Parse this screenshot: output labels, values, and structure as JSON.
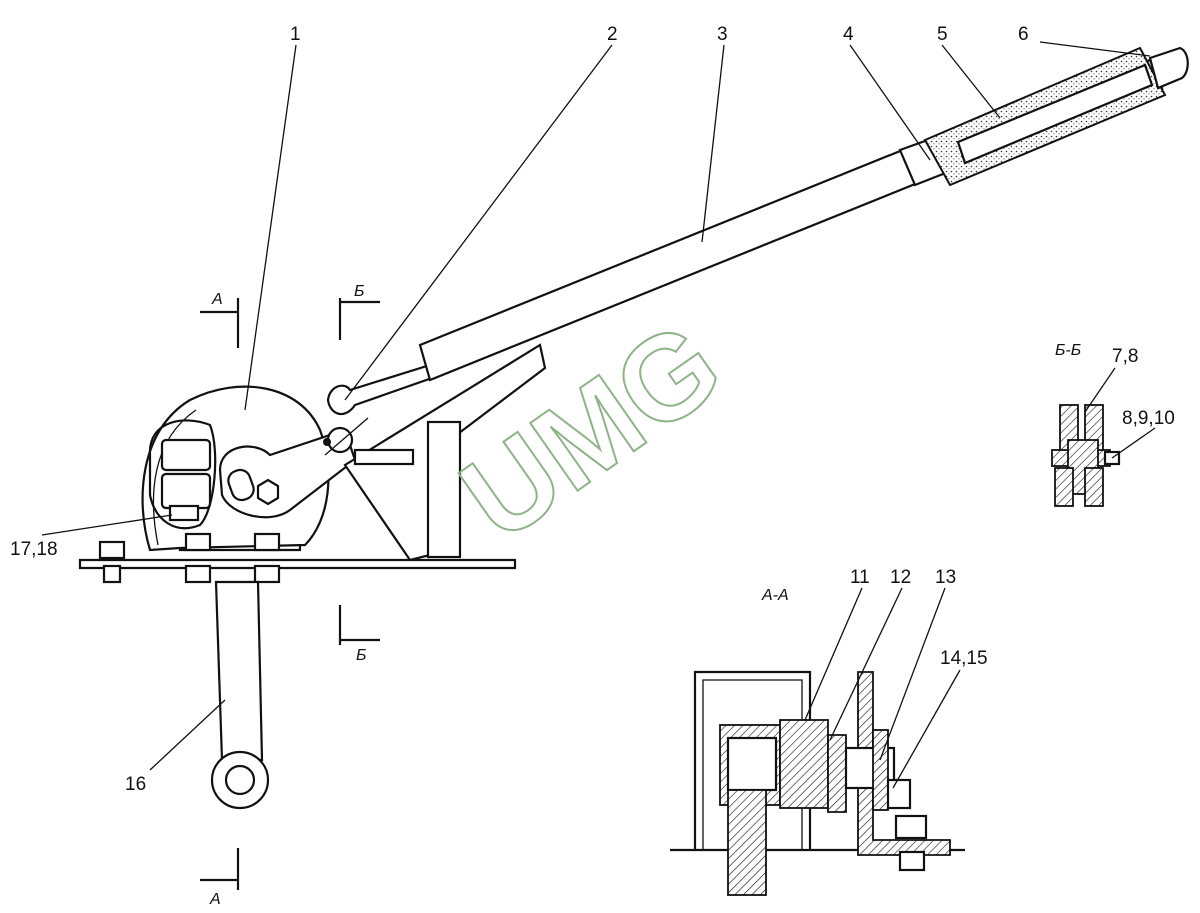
{
  "callouts": {
    "c1": "1",
    "c2": "2",
    "c3": "3",
    "c4": "4",
    "c5": "5",
    "c6": "6",
    "c7_8": "7,8",
    "c8_9_10": "8,9,10",
    "c11": "11",
    "c12": "12",
    "c13": "13",
    "c14_15": "14,15",
    "c16": "16",
    "c17_18": "17,18"
  },
  "section_marks": {
    "a_top": "А",
    "a_bottom": "А",
    "b_top": "Б",
    "b_bottom": "Б"
  },
  "section_titles": {
    "a_a": "А-А",
    "b_b": "Б-Б"
  },
  "watermark": "UMG"
}
